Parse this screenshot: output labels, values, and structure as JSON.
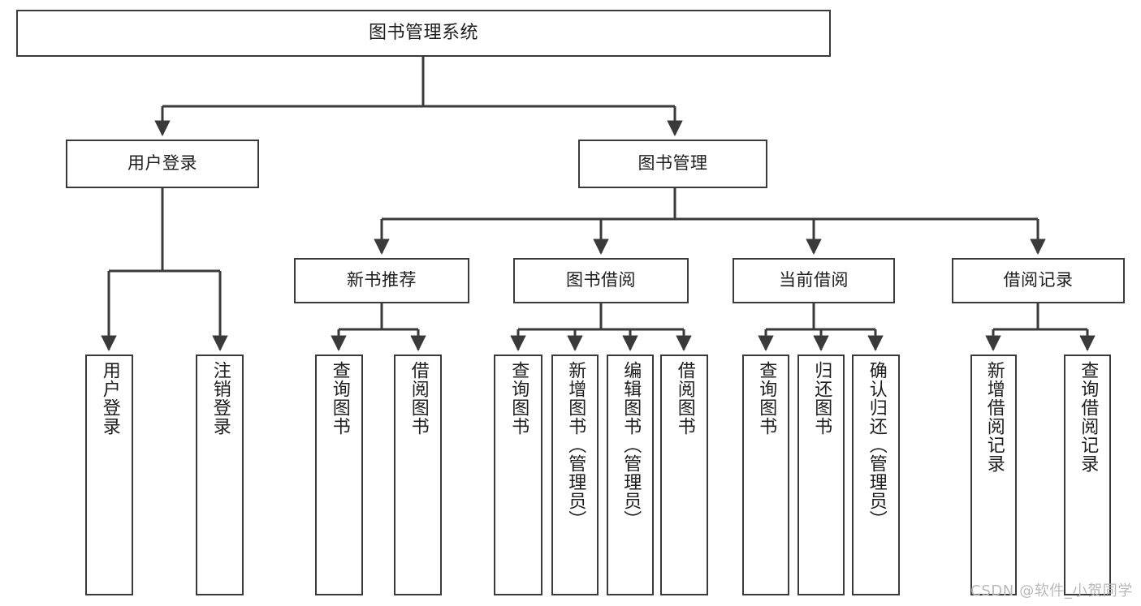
{
  "diagram": {
    "title": "图书管理系统",
    "type": "tree-hierarchy-diagram",
    "root": {
      "label": "图书管理系统"
    },
    "level1": [
      {
        "label": "用户登录"
      },
      {
        "label": "图书管理"
      }
    ],
    "level2": [
      {
        "label": "新书推荐"
      },
      {
        "label": "图书借阅"
      },
      {
        "label": "当前借阅"
      },
      {
        "label": "借阅记录"
      }
    ],
    "leaves": {
      "user_login": [
        {
          "label": "用户登录"
        },
        {
          "label": "注销登录"
        }
      ],
      "new_book_recommend": [
        {
          "label": "查询图书"
        },
        {
          "label": "借阅图书"
        }
      ],
      "book_borrow": [
        {
          "label": "查询图书"
        },
        {
          "label": "新增图书（管理员）"
        },
        {
          "label": "编辑图书（管理员）"
        },
        {
          "label": "借阅图书"
        }
      ],
      "current_loan": [
        {
          "label": "查询图书"
        },
        {
          "label": "归还图书"
        },
        {
          "label": "确认归还（管理员）"
        }
      ],
      "loan_record": [
        {
          "label": "新增借阅记录"
        },
        {
          "label": "查询借阅记录"
        }
      ]
    }
  },
  "watermark": {
    "text": "CSDN @软件_小贺同学"
  },
  "colors": {
    "background": "#ffffff",
    "box_border": "#3a3a3a",
    "box_fill": "#ffffff",
    "text": "#1d1d1d",
    "connector": "#3a3a3a",
    "watermark": "#b8b8b8"
  }
}
